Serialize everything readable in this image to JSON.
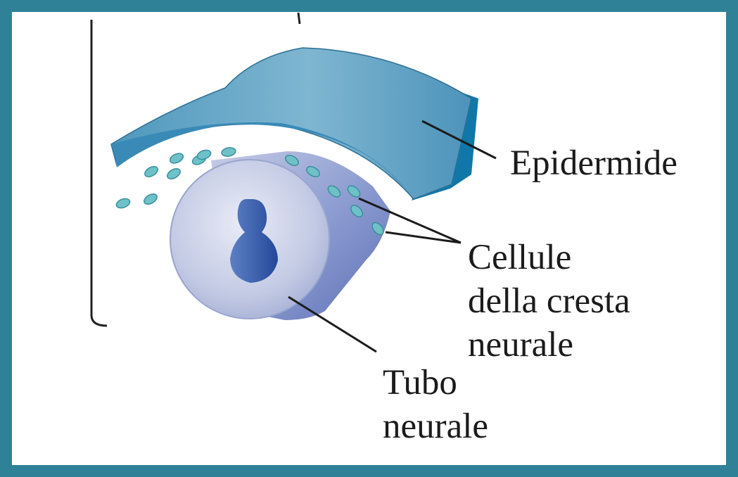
{
  "labels": {
    "epidermide": "Epidermide",
    "cellule": [
      "Cellule",
      "della cresta",
      "neurale"
    ],
    "tubo": [
      "Tubo",
      "neurale"
    ]
  },
  "colors": {
    "frame": "#2f8197",
    "epidermis_top": "#5fa3c2",
    "epidermis_side": "#0f78a8",
    "neural_tube": "#c7cfe6",
    "neural_tube_body": "#8e9ed0",
    "lumen": "#3b63b0",
    "crest_cell": "#6fc1c8"
  }
}
